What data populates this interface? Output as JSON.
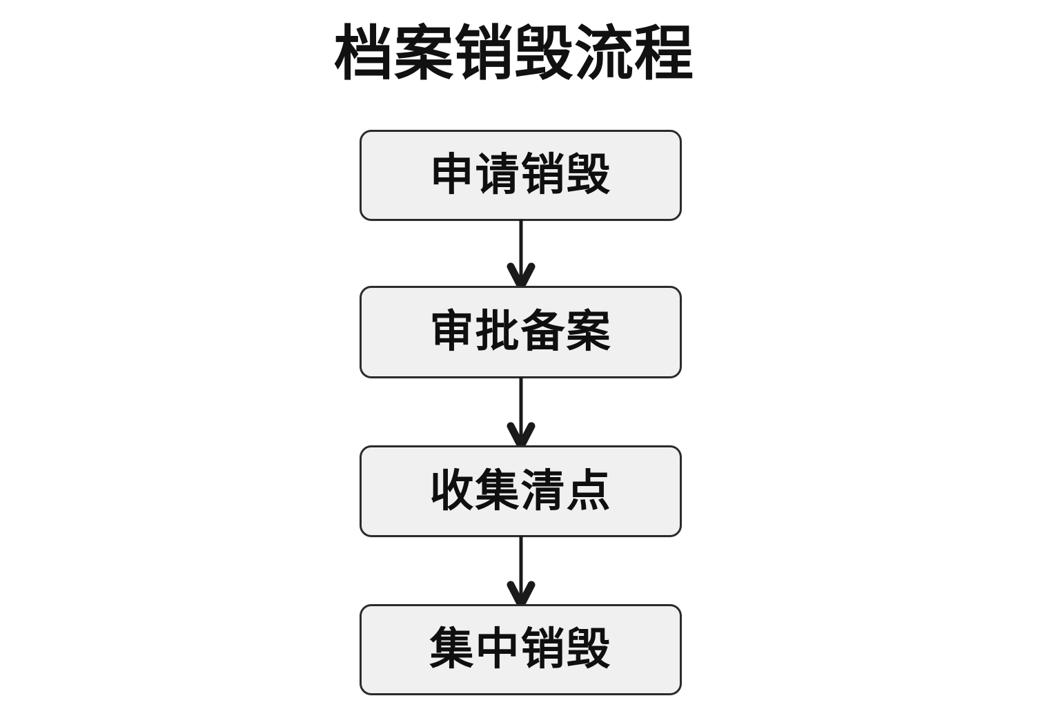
{
  "page": {
    "title": "档案销毁流程",
    "background_color": "#FFFFFF"
  },
  "theme": {
    "node_fill": "#F0F0F0",
    "node_border": "#2B2B2B",
    "text_color": "#0F0F0F",
    "title_color": "#111111",
    "connector_color": "#1A1A1A"
  },
  "flowchart": {
    "orientation": "vertical-top-down",
    "nodes": [
      {
        "id": "node-0",
        "label": "申请销毁",
        "shape": "rounded-rectangle",
        "step": 1
      },
      {
        "id": "node-1",
        "label": "审批备案",
        "shape": "rounded-rectangle",
        "step": 2
      },
      {
        "id": "node-2",
        "label": "收集清点",
        "shape": "rounded-rectangle",
        "step": 3
      },
      {
        "id": "node-3",
        "label": "集中销毁",
        "shape": "rounded-rectangle",
        "step": 4
      }
    ],
    "edges": [
      {
        "id": "conn-0",
        "from": "node-0",
        "to": "node-1",
        "arrow": "down-arrow",
        "label": ""
      },
      {
        "id": "conn-1",
        "from": "node-1",
        "to": "node-2",
        "arrow": "down-arrow",
        "label": ""
      },
      {
        "id": "conn-2",
        "from": "node-2",
        "to": "node-3",
        "arrow": "down-arrow",
        "label": ""
      }
    ]
  }
}
